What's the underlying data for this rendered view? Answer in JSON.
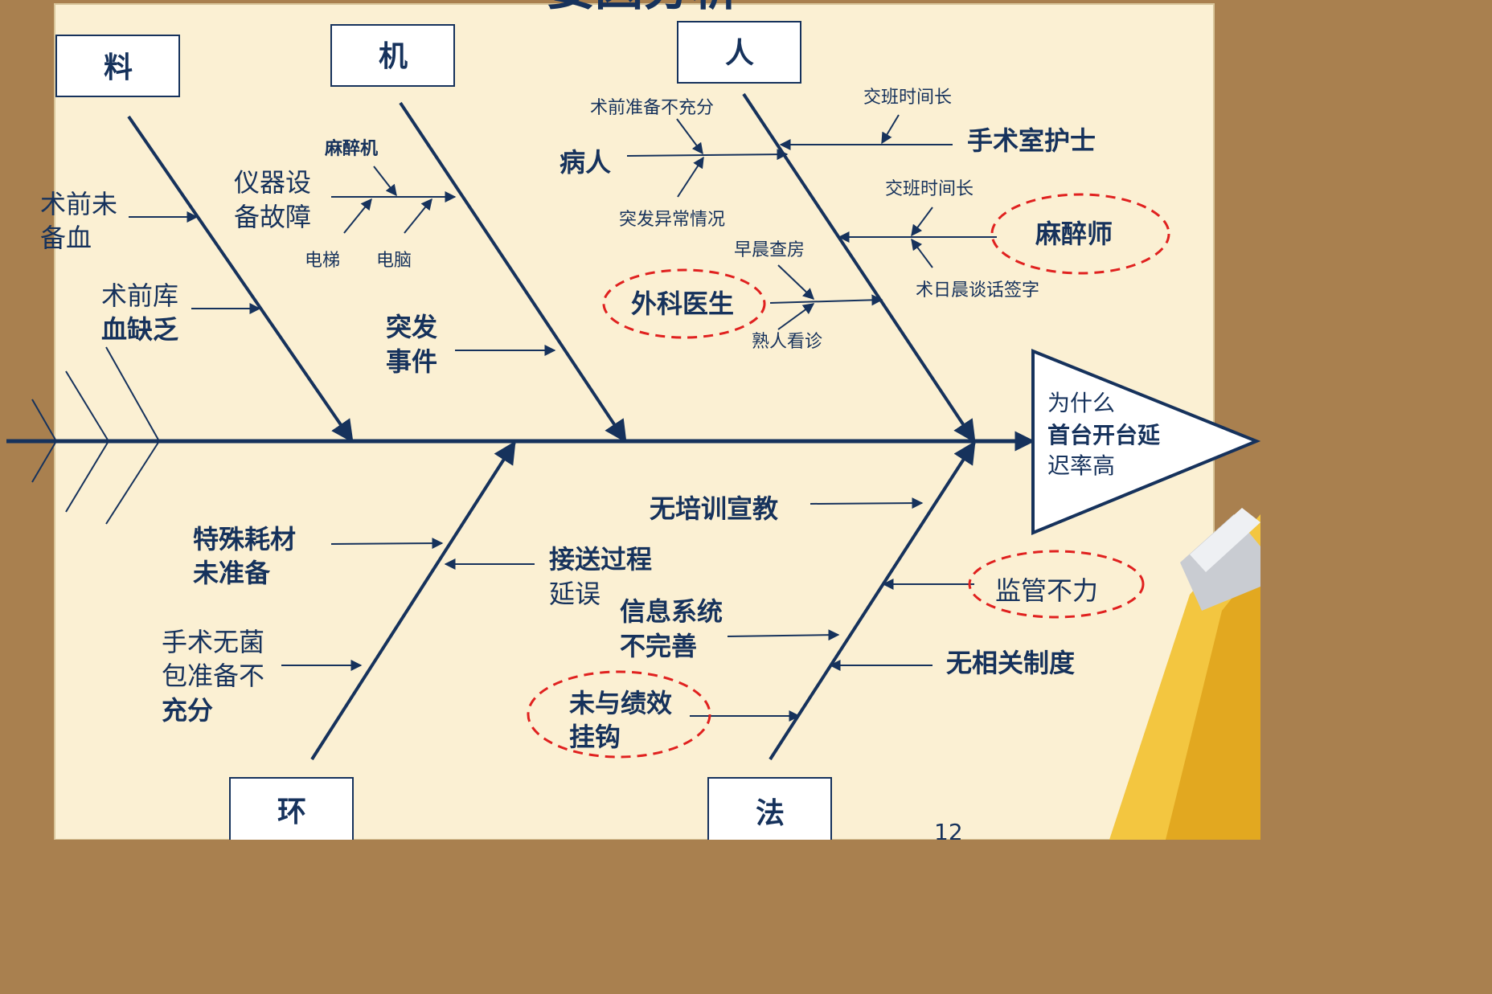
{
  "title_partial": "要因分析",
  "head": [
    "为什么",
    "首台开台延",
    "迟率高"
  ],
  "categories": {
    "material": "料",
    "machine": "机",
    "people": "人",
    "environment": "环",
    "method": "法"
  },
  "causes": {
    "material": [
      [
        "术前未",
        "备血"
      ],
      [
        "术前库",
        "血缺乏"
      ]
    ],
    "machine": {
      "equipment": [
        "仪器设",
        "备故障"
      ],
      "anesthesia_machine": "麻醉机",
      "elevator": "电梯",
      "computer": "电脑",
      "emergency": [
        "突发",
        "事件"
      ]
    },
    "people": {
      "patient": "病人",
      "prep_insufficient": "术前准备不充分",
      "sudden_abnormal": "突发异常情况",
      "or_nurse": "手术室护士",
      "handover_long_1": "交班时间长",
      "anesthesiologist": "麻醉师",
      "handover_long_2": "交班时间长",
      "consent_signing": "术日晨谈话签字",
      "surgeon": "外科医生",
      "morning_rounds": "早晨查房",
      "acquaintance_visit": "熟人看诊"
    },
    "environment": [
      [
        "特殊耗材",
        "未准备"
      ],
      [
        "手术无菌",
        "包准备不",
        "充分"
      ]
    ],
    "method": {
      "transfer_delay": [
        "接送过程",
        "延误"
      ],
      "no_training": "无培训宣教",
      "info_system": [
        "信息系统",
        "不完善"
      ],
      "no_performance": [
        "未与绩效",
        "挂钩"
      ],
      "weak_supervision": "监管不力",
      "no_rules": "无相关制度"
    }
  },
  "page_number": "12",
  "colors": {
    "ink": "#16325c",
    "paper": "#fbf0d3",
    "highlight": "#e0211f"
  }
}
